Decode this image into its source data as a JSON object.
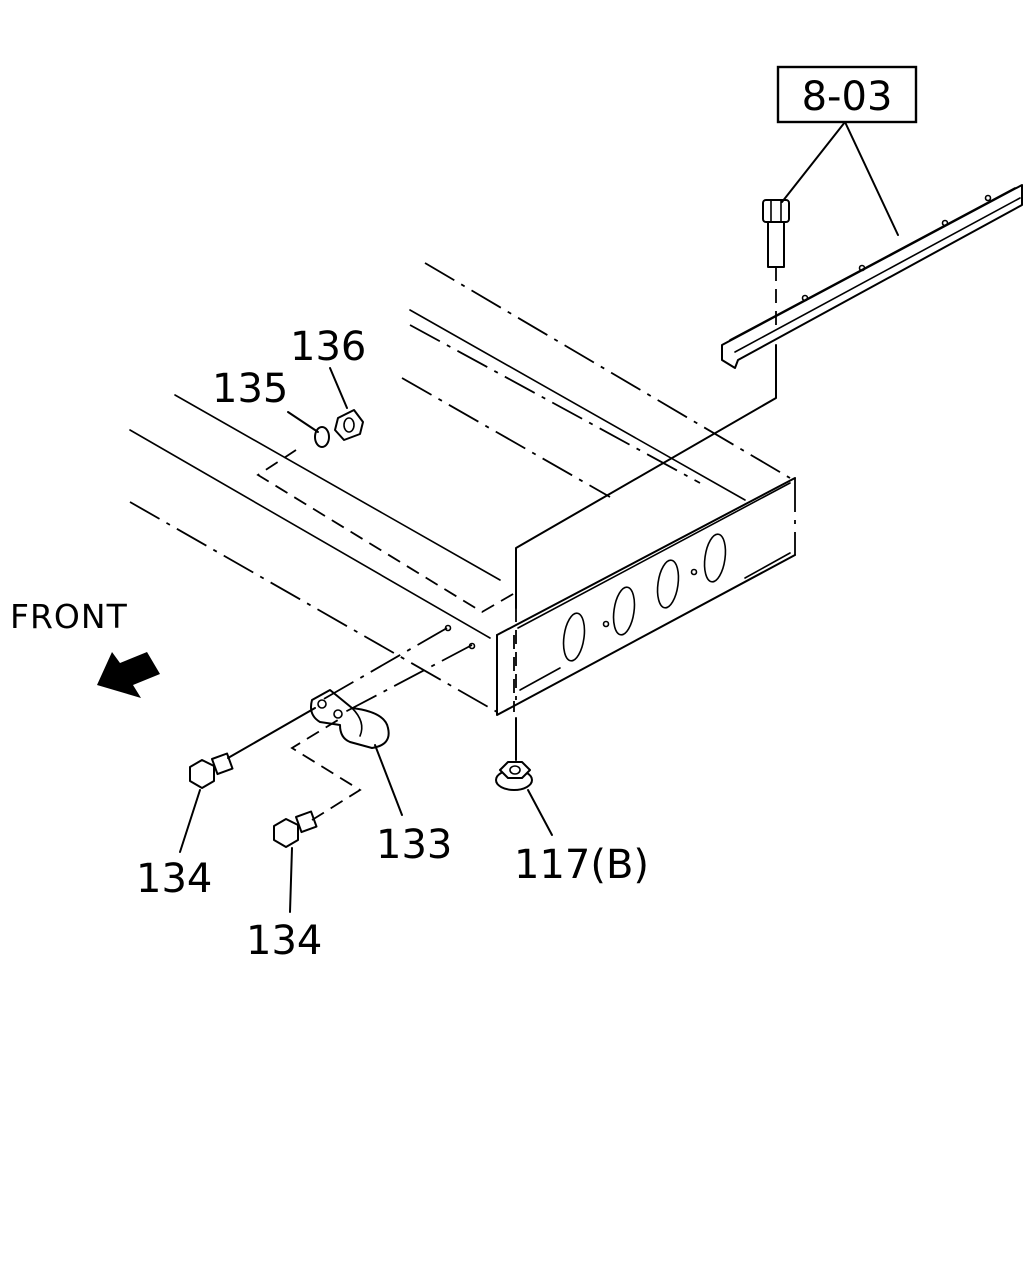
{
  "reference": {
    "label": "8-03"
  },
  "direction": {
    "label": "FRONT",
    "icon": "front-arrow-icon"
  },
  "callouts": {
    "c136": "136",
    "c135": "135",
    "c133": "133",
    "c134a": "134",
    "c134b": "134",
    "c117": "117(B)"
  }
}
